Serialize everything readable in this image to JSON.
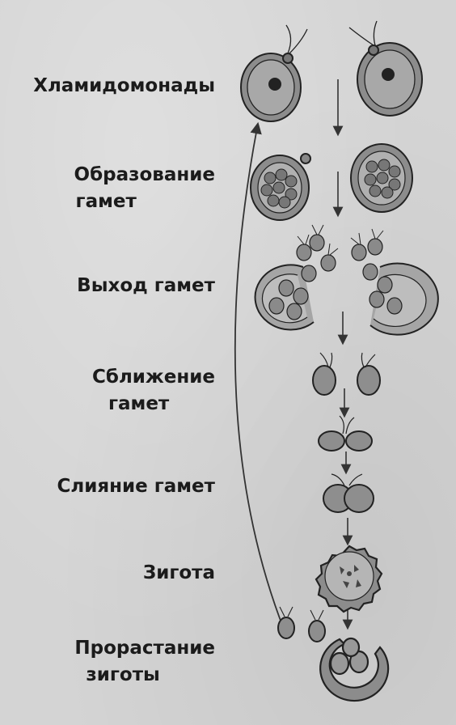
{
  "stages": [
    {
      "id": "chlamydomonas",
      "lines": [
        "Хламидомонады"
      ]
    },
    {
      "id": "gamete-formation",
      "lines": [
        "Образование",
        "гамет"
      ]
    },
    {
      "id": "gamete-release",
      "lines": [
        "Выход гамет"
      ]
    },
    {
      "id": "gamete-approach",
      "lines": [
        "Сближение",
        "гамет"
      ]
    },
    {
      "id": "gamete-fusion",
      "lines": [
        "Слияние гамет"
      ]
    },
    {
      "id": "zygote",
      "lines": [
        "Зигота"
      ]
    },
    {
      "id": "zygote-germination",
      "lines": [
        "Прорастание",
        "зиготы"
      ]
    }
  ]
}
